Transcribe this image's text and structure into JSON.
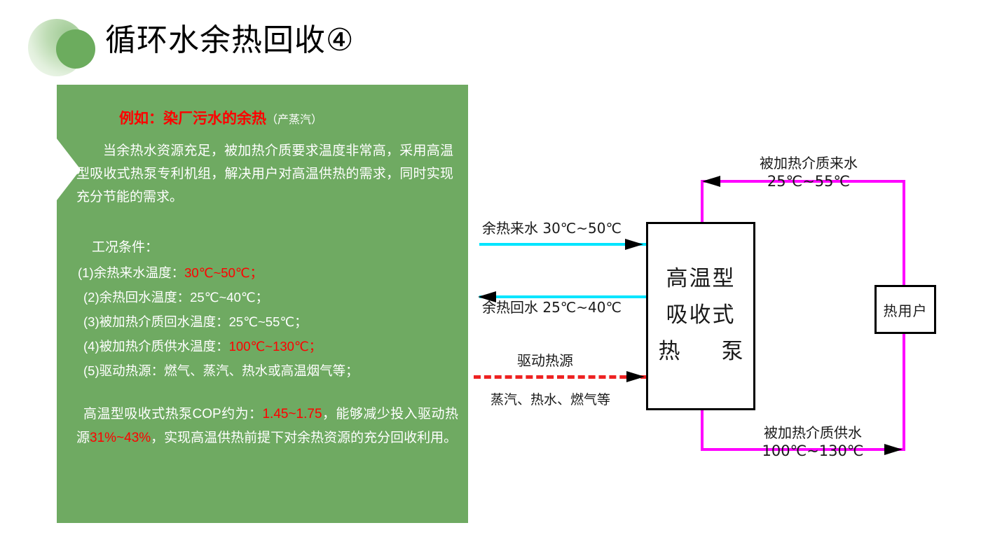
{
  "header": {
    "title": "循环水余热回收④",
    "logo_name": "two-tone-green-circles"
  },
  "info_panel": {
    "example_heading": "例如：染厂污水的余热",
    "example_heading_sub": "（产蒸汽）",
    "intro_paragraph": "当余热水资源充足，被加热介质要求温度非常高，采用高温型吸收式热泵专利机组，解决用户对高温供热的需求，同时实现充分节能的需求。",
    "conditions_title": "工况条件：",
    "conditions": [
      {
        "label": "(1)余热来水温度：",
        "value": "30℃~50℃；",
        "highlight": true
      },
      {
        "label": "(2)余热回水温度：",
        "value": "25℃~40℃；",
        "highlight": false
      },
      {
        "label": "(3)被加热介质回水温度：",
        "value": "25℃~55℃；",
        "highlight": false
      },
      {
        "label": "(4)被加热介质供水温度：",
        "value": "100℃~130℃；",
        "highlight": true
      },
      {
        "label": "(5)驱动热源：",
        "value": "燃气、蒸汽、热水或高温烟气等；",
        "highlight": false
      }
    ],
    "cop_text_1": "高温型吸收式热泵COP约为：",
    "cop_value": "1.45~1.75",
    "cop_text_2": "，能够减少投入驱动热源",
    "cop_saving": "31%~43%",
    "cop_text_3": "，实现高温供热前提下对余热资源的充分回收利用。"
  },
  "diagram": {
    "heatpump_line1": "高温型",
    "heatpump_line2": "吸收式",
    "heatpump_line3": "热　泵",
    "heatuser": "热用户",
    "waste_in_label": "余热来水 30℃~50℃",
    "waste_out_label": "余热回水 25℃~40℃",
    "drive_label": "驱动热源",
    "drive_sublabel": "蒸汽、热水、燃气等",
    "heated_in_label": "被加热介质来水",
    "heated_in_temp": "25℃~55℃",
    "heated_out_label": "被加热介质供水",
    "heated_out_temp": "100℃~130℃"
  },
  "colors": {
    "panel_green": "#6faa62",
    "accent_red": "#ff0000",
    "pipe_magenta": "#ff00ff",
    "pipe_cyan": "#00e5ff",
    "drive_red": "#ee2222"
  }
}
